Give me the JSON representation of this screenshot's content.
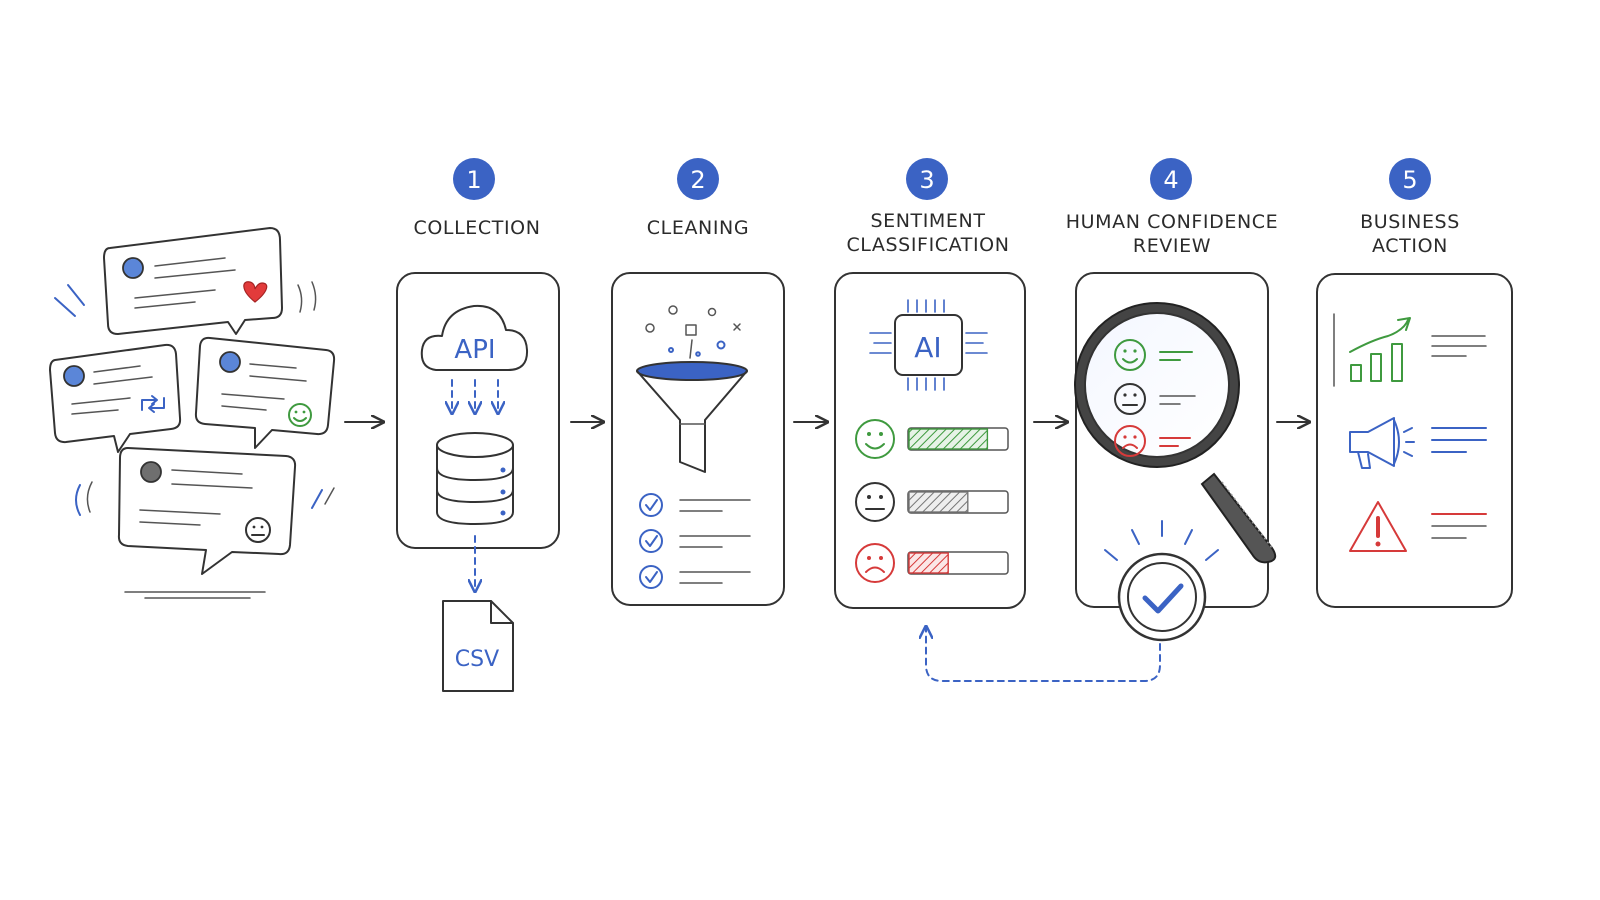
{
  "colors": {
    "ink": "#333333",
    "accent_blue": "#3b63c4",
    "positive_green": "#3f9a3f",
    "negative_red": "#d63a3a",
    "neutral_gray": "#777777"
  },
  "stages": [
    {
      "number": "1",
      "title_lines": [
        "COLLECTION"
      ]
    },
    {
      "number": "2",
      "title_lines": [
        "CLEANING"
      ]
    },
    {
      "number": "3",
      "title_lines": [
        "SENTIMENT",
        "CLASSIFICATION"
      ]
    },
    {
      "number": "4",
      "title_lines": [
        "HUMAN CONFIDENCE",
        "REVIEW"
      ]
    },
    {
      "number": "5",
      "title_lines": [
        "BUSINESS",
        "ACTION"
      ]
    }
  ],
  "collection": {
    "cloud_label": "API",
    "file_label": "CSV"
  },
  "classification": {
    "chip_label": "AI",
    "bars": [
      {
        "sentiment": "positive",
        "fill": 0.8
      },
      {
        "sentiment": "neutral",
        "fill": 0.6
      },
      {
        "sentiment": "negative",
        "fill": 0.4
      }
    ]
  },
  "icons": {
    "source": [
      "chat-bubble-icon",
      "heart-icon",
      "retweet-icon",
      "smiley-icon",
      "neutral-face-icon"
    ],
    "collection": [
      "cloud-icon",
      "database-icon",
      "csv-file-icon"
    ],
    "cleaning": [
      "funnel-icon",
      "checkmark-icon"
    ],
    "classification": [
      "ai-chip-icon",
      "smiley-icon",
      "neutral-face-icon",
      "sad-face-icon"
    ],
    "review": [
      "magnifying-glass-icon",
      "checkmark-badge-icon"
    ],
    "action": [
      "growth-chart-icon",
      "megaphone-icon",
      "warning-icon"
    ]
  }
}
